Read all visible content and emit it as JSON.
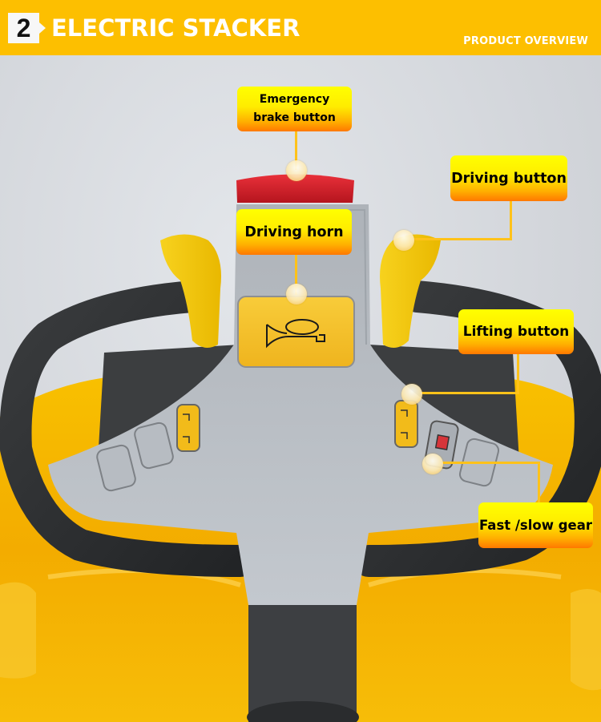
{
  "header": {
    "section_number": "2",
    "title": "ELECTRIC STACKER",
    "subtitle": "PRODUCT OVERVIEW",
    "background_color": "#fdbf00",
    "text_color": "#ffffff"
  },
  "callouts": [
    {
      "id": "emergency",
      "lines": [
        "Emergency",
        "brake button"
      ]
    },
    {
      "id": "driving-button",
      "label": "Driving button"
    },
    {
      "id": "driving-horn",
      "label": "Driving horn"
    },
    {
      "id": "lifting-button",
      "label": "Lifting button"
    },
    {
      "id": "fast-slow-gear",
      "label": "Fast /slow gear"
    }
  ],
  "colors": {
    "callout_top": "#ffff00",
    "callout_bottom": "#ff7800",
    "leader_line": "#ffc21a",
    "body_yellow": "#f5b400",
    "panel_gray": "#b8bdc3",
    "handle_black": "#2c2e30",
    "brake_red": "#d9202a"
  }
}
